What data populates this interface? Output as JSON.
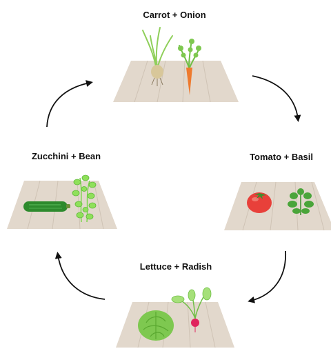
{
  "title": "",
  "stations": [
    {
      "id": "top",
      "label": "Carrot + Onion",
      "plants": [
        "onion-icon",
        "carrot-icon"
      ]
    },
    {
      "id": "right",
      "label": "Tomato + Basil",
      "plants": [
        "tomato-icon",
        "basil-icon"
      ]
    },
    {
      "id": "bottom",
      "label": "Lettuce + Radish",
      "plants": [
        "lettuce-icon",
        "radish-icon"
      ]
    },
    {
      "id": "left",
      "label": "Zucchini + Bean",
      "plants": [
        "zucchini-icon",
        "bean-plant-icon"
      ]
    }
  ],
  "cycle_direction": "clockwise",
  "colors": {
    "soil_bed": "#e2d8cc",
    "bed_lines": "#cfc3b5",
    "arrow": "#111111",
    "leaf_green": "#7ec850",
    "carrot": "#ee7a2e",
    "tomato": "#e8403a",
    "radish": "#e0245e",
    "zucchini": "#2d8a2d"
  }
}
